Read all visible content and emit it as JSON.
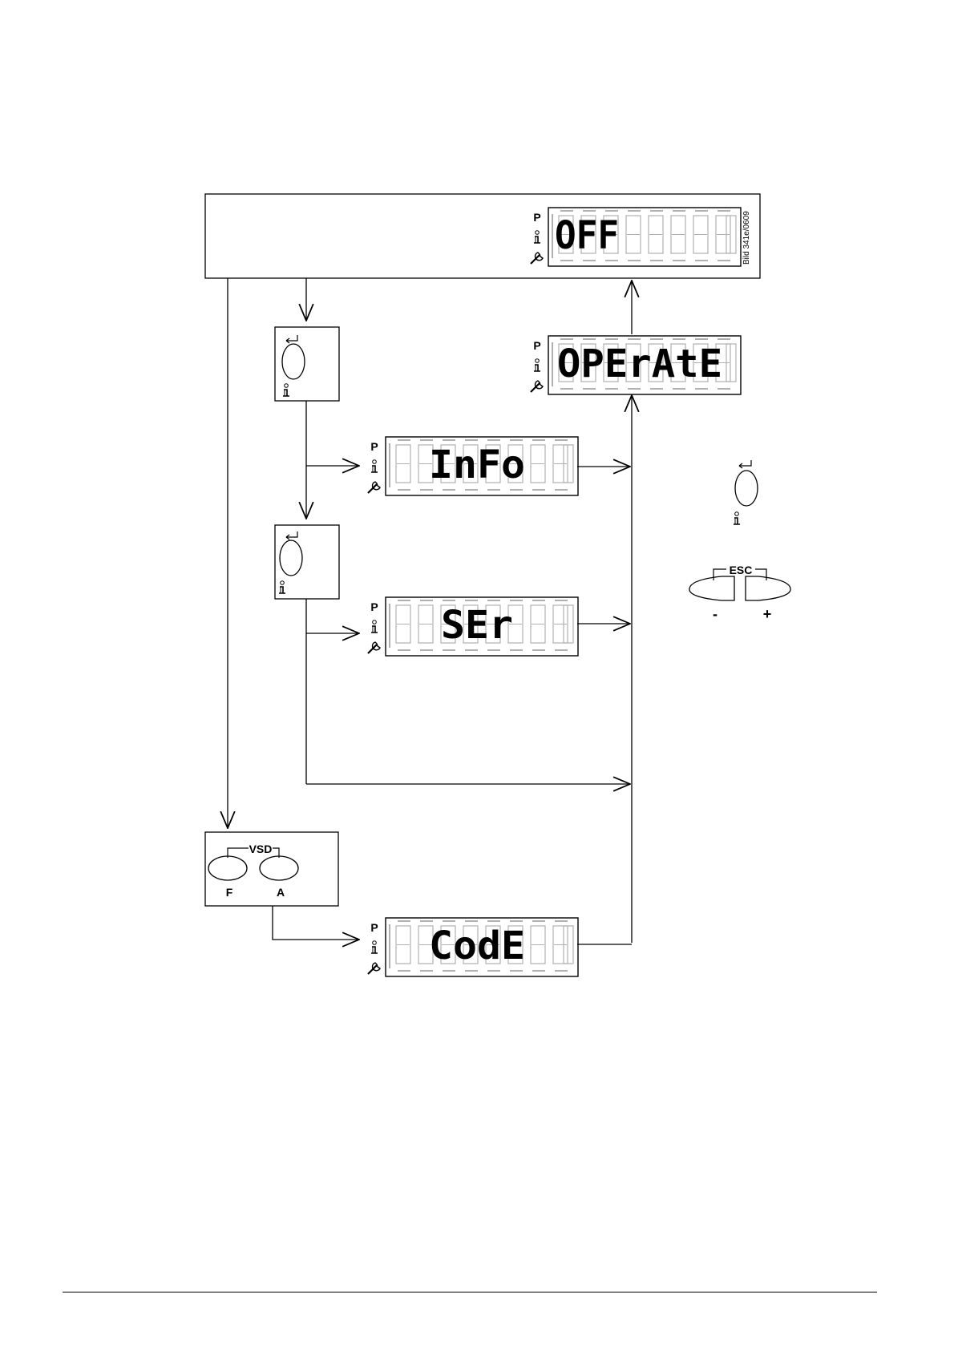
{
  "colors": {
    "line": "#000000",
    "ghost": "#b0b0b0"
  },
  "figure_ref": "Bild 341e/0609",
  "displays": {
    "off": {
      "text": "OFF",
      "p": "P",
      "i": "i"
    },
    "operate": {
      "text": "OPErAtE",
      "p": "P",
      "i": "i"
    },
    "info": {
      "text": "InFo",
      "p": "P",
      "i": "i"
    },
    "ser": {
      "text": "SEr",
      "p": "P",
      "i": "i"
    },
    "code": {
      "text": "CodE",
      "p": "P",
      "i": "i"
    }
  },
  "info_key": {
    "icon": "info-enter-key-icon",
    "symbol": "i"
  },
  "legend": {
    "info_key_symbol": "i",
    "esc_label": "ESC",
    "minus_label": "-",
    "plus_label": "+"
  },
  "vsd": {
    "label": "VSD",
    "left_label": "F",
    "right_label": "A"
  },
  "icons": [
    "wrench-icon",
    "info-icon",
    "enter-arrow-icon",
    "arrow-head-icon"
  ]
}
